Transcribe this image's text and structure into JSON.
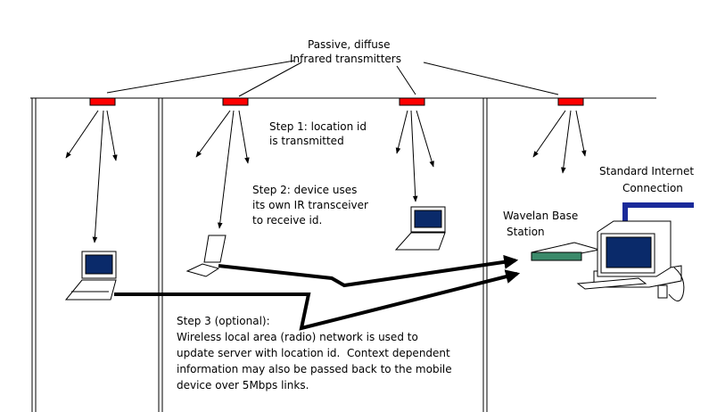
{
  "labels": {
    "transmitters_line1": "Passive, diffuse",
    "transmitters_line2": "Infrared transmitters",
    "step1_line1": "Step 1: location id",
    "step1_line2": "is transmitted",
    "step2_line1": "Step 2: device uses",
    "step2_line2": "its own IR transceiver",
    "step2_line3": "to receive id.",
    "internet_line1": "Standard Internet",
    "internet_line2": "Connection",
    "base_line1": "Wavelan Base",
    "base_line2": "Station",
    "step3_line1": "Step 3 (optional):",
    "step3_line2": "Wireless local area (radio) network is used to",
    "step3_line3": "update server with location id.  Context dependent",
    "step3_line4": "information may also be passed back to the mobile",
    "step3_line5": "device over 5Mbps links."
  },
  "colors": {
    "transmitter": "#ff0000",
    "screen": "#0a2a6a",
    "base_station": "#3a8a6a",
    "network_cable": "#1a2a9a"
  },
  "icons": [
    "ir-transmitter-icon",
    "laptop-icon",
    "pda-icon",
    "base-station-icon",
    "server-computer-icon"
  ]
}
